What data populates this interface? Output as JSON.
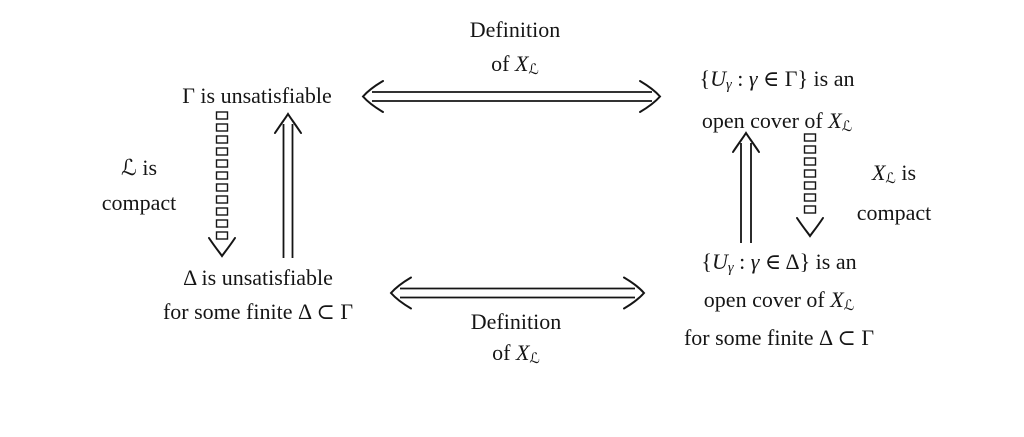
{
  "figure": {
    "background": "#ffffff",
    "ink": "#151515",
    "description": "Equivalence diagram: compactness of the logic L corresponds to topological compactness of the space X_L"
  },
  "nodes": {
    "top_left": {
      "lines": [
        [
          {
            "t": "Γ is unsatisfiable",
            "s": "rm"
          }
        ]
      ]
    },
    "top_right": {
      "lines": [
        [
          {
            "t": "{",
            "s": "rm"
          },
          {
            "t": "U",
            "s": "it"
          },
          {
            "t": "γ",
            "s": "subit"
          },
          {
            "t": " : ",
            "s": "rm"
          },
          {
            "t": "γ",
            "s": "it"
          },
          {
            "t": " ∈ Γ} is an",
            "s": "rm"
          }
        ],
        [
          {
            "t": "open cover of ",
            "s": "rm"
          },
          {
            "t": "X",
            "s": "it"
          },
          {
            "t": "ℒ",
            "s": "sub"
          }
        ]
      ]
    },
    "bottom_left": {
      "lines": [
        [
          {
            "t": "Δ is unsatisfiable",
            "s": "rm"
          }
        ],
        [
          {
            "t": "for some finite Δ ⊂ Γ",
            "s": "rm"
          }
        ]
      ]
    },
    "bottom_right": {
      "lines": [
        [
          {
            "t": "{",
            "s": "rm"
          },
          {
            "t": "U",
            "s": "it"
          },
          {
            "t": "γ",
            "s": "subit"
          },
          {
            "t": " : ",
            "s": "rm"
          },
          {
            "t": "γ",
            "s": "it"
          },
          {
            "t": " ∈ Δ} is an",
            "s": "rm"
          }
        ],
        [
          {
            "t": "open cover of ",
            "s": "rm"
          },
          {
            "t": "X",
            "s": "it"
          },
          {
            "t": "ℒ",
            "s": "sub"
          }
        ],
        [
          {
            "t": "for some finite Δ ⊂ Γ",
            "s": "rm"
          }
        ]
      ]
    }
  },
  "edge_labels": {
    "top": {
      "lines": [
        [
          {
            "t": "Definition",
            "s": "rm"
          }
        ],
        [
          {
            "t": "of ",
            "s": "rm"
          },
          {
            "t": "X",
            "s": "it"
          },
          {
            "t": "ℒ",
            "s": "sub"
          }
        ]
      ]
    },
    "bottom": {
      "lines": [
        [
          {
            "t": "Definition",
            "s": "rm"
          }
        ],
        [
          {
            "t": "of ",
            "s": "rm"
          },
          {
            "t": "X",
            "s": "it"
          },
          {
            "t": "ℒ",
            "s": "sub"
          }
        ]
      ]
    },
    "left": {
      "lines": [
        [
          {
            "t": "ℒ is",
            "s": "rm"
          }
        ],
        [
          {
            "t": "compact",
            "s": "rm"
          }
        ]
      ]
    },
    "right": {
      "lines": [
        [
          {
            "t": "X",
            "s": "it"
          },
          {
            "t": "ℒ",
            "s": "sub"
          },
          {
            "t": " is",
            "s": "rm"
          }
        ],
        [
          {
            "t": "compact",
            "s": "rm"
          }
        ]
      ]
    }
  },
  "arrows": {
    "top": {
      "style": "double-line solid",
      "heads": "both ends",
      "orientation": "horizontal"
    },
    "bottom": {
      "style": "double-line solid",
      "heads": "both ends",
      "orientation": "horizontal"
    },
    "left_down": {
      "style": "double-line dashed",
      "heads": "down",
      "orientation": "vertical"
    },
    "left_up": {
      "style": "double-line solid",
      "heads": "up",
      "orientation": "vertical"
    },
    "right_up": {
      "style": "double-line solid",
      "heads": "up",
      "orientation": "vertical"
    },
    "right_down": {
      "style": "double-line dashed",
      "heads": "down",
      "orientation": "vertical"
    }
  }
}
